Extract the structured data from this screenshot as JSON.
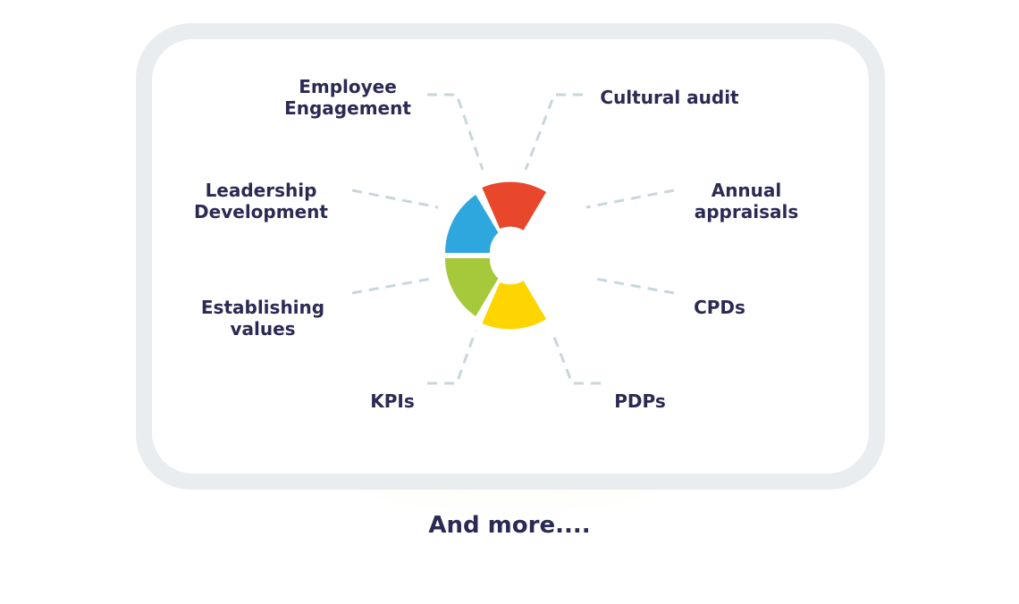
{
  "labels": {
    "employee_engagement": [
      "Employee",
      "Engagement"
    ],
    "cultural_audit": [
      "Cultural audit"
    ],
    "leadership_development": [
      "Leadership",
      "Development"
    ],
    "annual_appraisals": [
      "Annual",
      "appraisals"
    ],
    "establishing_values": [
      "Establishing",
      "values"
    ],
    "cpds": [
      "CPDs"
    ],
    "kpis": [
      "KPIs"
    ],
    "pdps": [
      "PDPs"
    ]
  },
  "footer": "And more....",
  "colors": {
    "text": "#2a2a54",
    "segment_red": "#e8472b",
    "segment_blue": "#2ea7df",
    "segment_green": "#a5c93a",
    "segment_yellow": "#ffd500",
    "connector": "#c9d6db",
    "card_border": "#e9edf0"
  }
}
